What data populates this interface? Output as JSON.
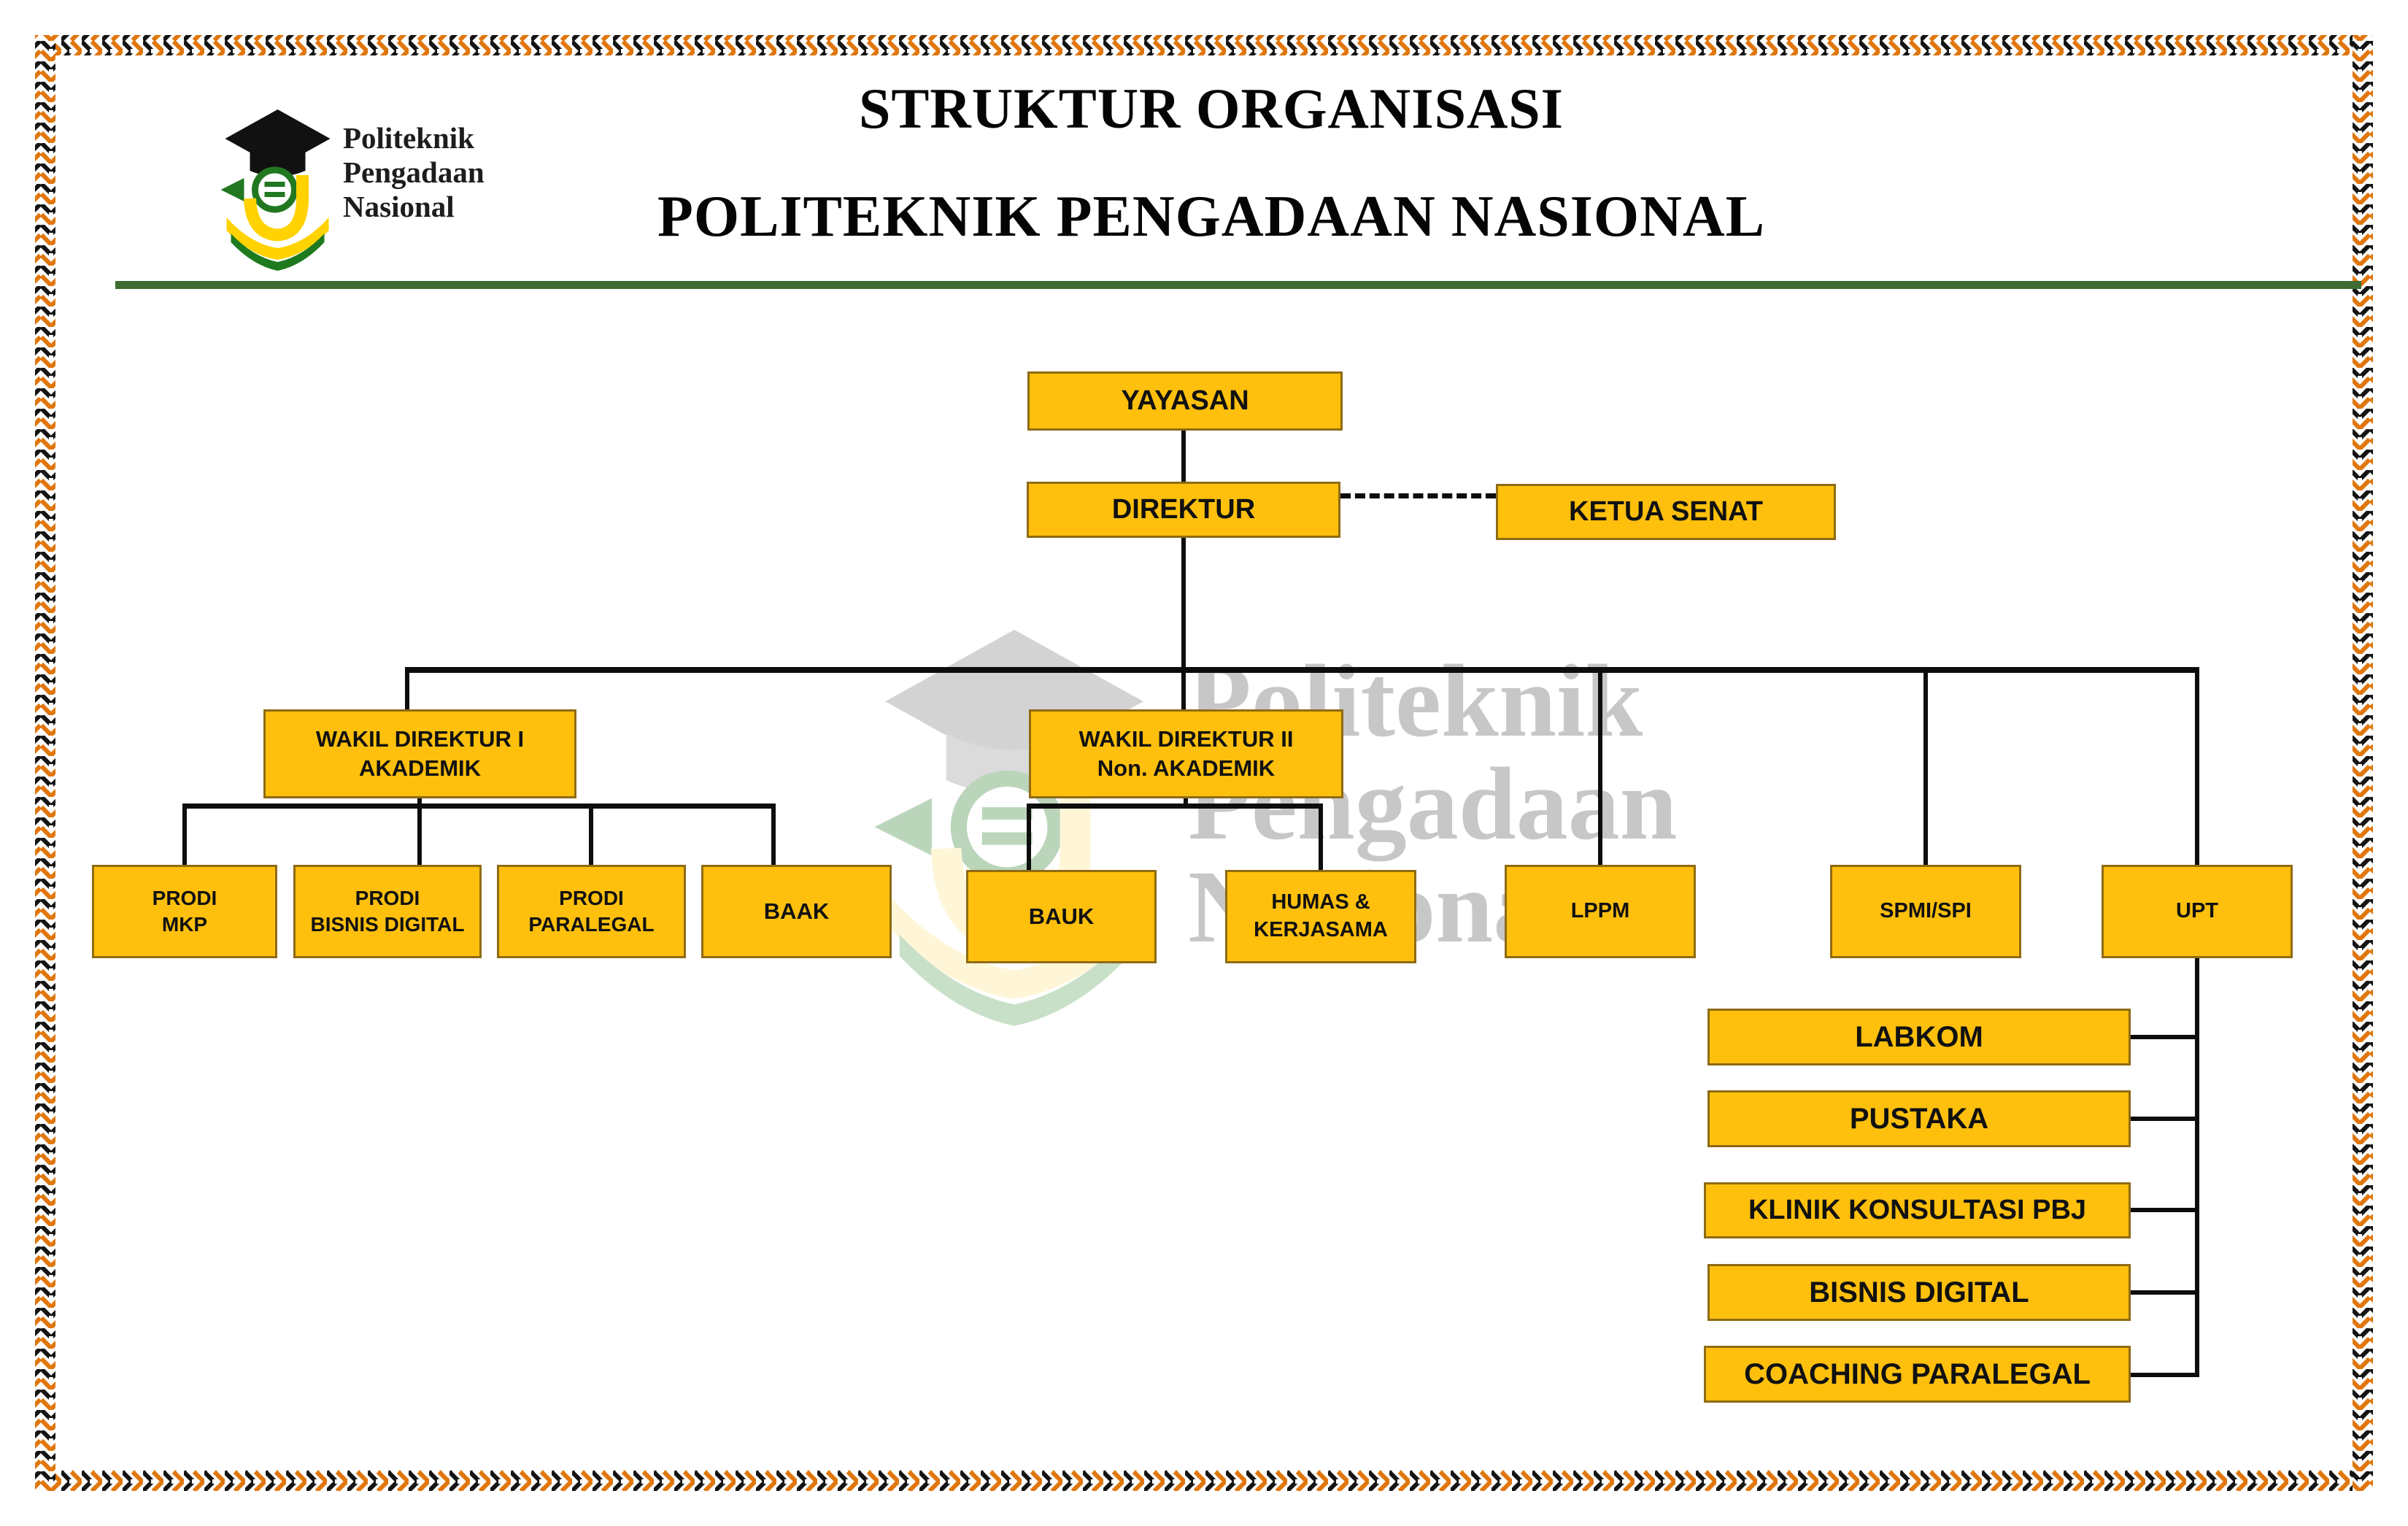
{
  "header": {
    "logo_text": {
      "line1": "Politeknik",
      "line2": "Pengadaan",
      "line3": "Nasional"
    },
    "title_line1": "STRUKTUR ORGANISASI",
    "title_line2": "POLITEKNIK PENGADAAN NASIONAL"
  },
  "watermark": {
    "line1": "Politeknik",
    "line2": "Pengadaan",
    "line3": "Nasional"
  },
  "colors": {
    "box_fill": "#FFC00D",
    "box_border": "#8F6B14",
    "connector": "#0D0D0D",
    "rule_green": "#3E6B32",
    "batik_orange": "#E0760C",
    "batik_black": "#141414",
    "watermark_gray": "#C7C7C7"
  },
  "org": {
    "yayasan": {
      "label": "YAYASAN"
    },
    "direktur": {
      "label": "DIREKTUR"
    },
    "ketua_senat": {
      "label": "KETUA SENAT"
    },
    "wakil_direktur_1": {
      "line1": "WAKIL DIREKTUR I",
      "line2": "AKADEMIK"
    },
    "wakil_direktur_2": {
      "line1": "WAKIL DIREKTUR II",
      "line2": "Non. AKADEMIK"
    },
    "prodi_mkp": {
      "line1": "PRODI",
      "line2": "MKP"
    },
    "prodi_bisnis_digital": {
      "line1": "PRODI",
      "line2": "BISNIS DIGITAL"
    },
    "prodi_paralegal": {
      "line1": "PRODI",
      "line2": "PARALEGAL"
    },
    "baak": {
      "label": "BAAK"
    },
    "bauk": {
      "label": "BAUK"
    },
    "humas_kerjasama": {
      "line1": "HUMAS &",
      "line2": "KERJASAMA"
    },
    "lppm": {
      "label": "LPPM"
    },
    "spmi_spi": {
      "label": "SPMI/SPI"
    },
    "upt": {
      "label": "UPT"
    },
    "upt_units": {
      "labkom": {
        "label": "LABKOM"
      },
      "pustaka": {
        "label": "PUSTAKA"
      },
      "klinik_konsultasi_pbj": {
        "label": "KLINIK KONSULTASI PBJ"
      },
      "bisnis_digital": {
        "label": "BISNIS DIGITAL"
      },
      "coaching_paralegal": {
        "label": "COACHING PARALEGAL"
      }
    }
  }
}
